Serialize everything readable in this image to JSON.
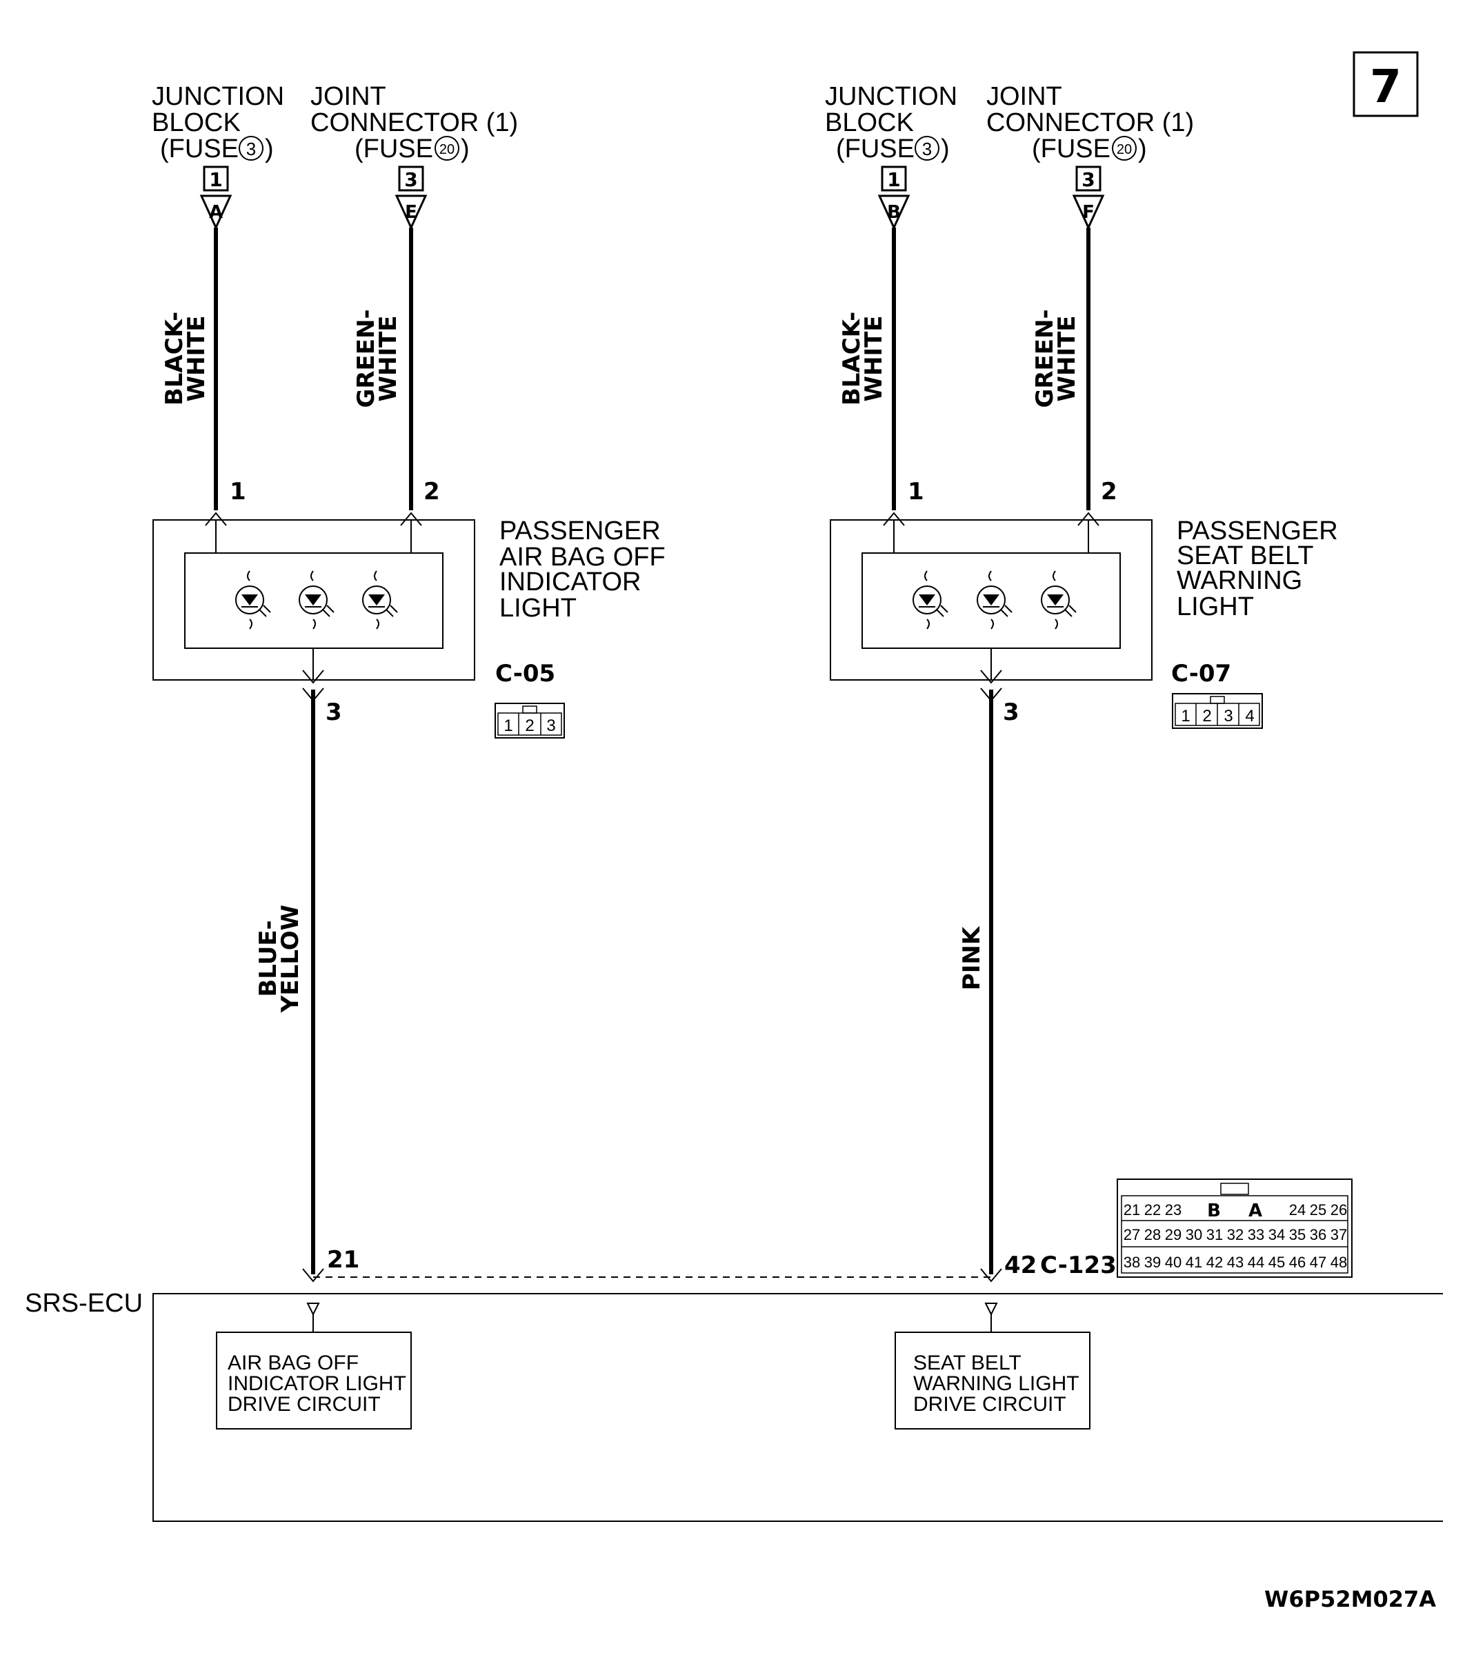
{
  "page_number": "7",
  "drawing_code": "W6P52M027A",
  "circuits": [
    {
      "sources": [
        {
          "line1": "JUNCTION",
          "line2": "BLOCK",
          "fuse_prefix": "(FUSE",
          "fuse_num": "3",
          "fuse_suffix": ")",
          "box_num": "1",
          "conn_letter": "A",
          "wire_color_1": "BLACK-",
          "wire_color_2": "WHITE",
          "pin": "1"
        },
        {
          "line1": "JOINT",
          "line2": "CONNECTOR (1)",
          "fuse_prefix": "(FUSE",
          "fuse_num": "20",
          "fuse_suffix": ")",
          "box_num": "3",
          "conn_letter": "E",
          "wire_color_1": "GREEN-",
          "wire_color_2": "WHITE",
          "pin": "2"
        }
      ],
      "component": [
        "PASSENGER",
        "AIR BAG OFF",
        "INDICATOR",
        "LIGHT"
      ],
      "connector_id": "C-05",
      "connector_pins": [
        "1",
        "2",
        "3"
      ],
      "out_pin": "3",
      "out_wire_1": "BLUE-",
      "out_wire_2": "YELLOW",
      "ecu_pin": "21",
      "drive_circuit": [
        "AIR BAG OFF",
        "INDICATOR LIGHT",
        "DRIVE CIRCUIT"
      ]
    },
    {
      "sources": [
        {
          "line1": "JUNCTION",
          "line2": "BLOCK",
          "fuse_prefix": "(FUSE",
          "fuse_num": "3",
          "fuse_suffix": ")",
          "box_num": "1",
          "conn_letter": "B",
          "wire_color_1": "BLACK-",
          "wire_color_2": "WHITE",
          "pin": "1"
        },
        {
          "line1": "JOINT",
          "line2": "CONNECTOR (1)",
          "fuse_prefix": "(FUSE",
          "fuse_num": "20",
          "fuse_suffix": ")",
          "box_num": "3",
          "conn_letter": "F",
          "wire_color_1": "GREEN-",
          "wire_color_2": "WHITE",
          "pin": "2"
        }
      ],
      "component": [
        "PASSENGER",
        "SEAT BELT",
        "WARNING",
        "LIGHT"
      ],
      "connector_id": "C-07",
      "connector_pins": [
        "1",
        "2",
        "3",
        "4"
      ],
      "out_pin": "3",
      "out_wire_1": "PINK",
      "out_wire_2": "",
      "ecu_pin": "42",
      "drive_circuit": [
        "SEAT BELT",
        "WARNING LIGHT",
        "DRIVE CIRCUIT"
      ]
    }
  ],
  "ecu": {
    "name": "SRS-ECU",
    "connector_id": "C-123",
    "connector_rows": [
      [
        "21",
        "22",
        "23",
        "B",
        "A",
        "24",
        "25",
        "26"
      ],
      [
        "27",
        "28",
        "29",
        "30",
        "31",
        "32",
        "33",
        "34",
        "35",
        "36",
        "37"
      ],
      [
        "38",
        "39",
        "40",
        "41",
        "42",
        "43",
        "44",
        "45",
        "46",
        "47",
        "48"
      ]
    ]
  }
}
